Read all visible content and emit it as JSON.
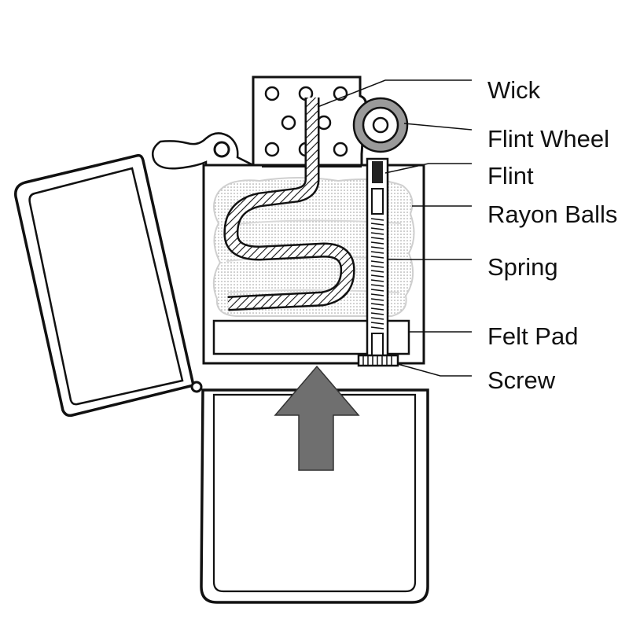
{
  "labels": {
    "wick": "Wick",
    "flint_wheel": "Flint Wheel",
    "flint": "Flint",
    "rayon_balls": "Rayon Balls",
    "spring": "Spring",
    "felt_pad": "Felt Pad",
    "screw": "Screw"
  },
  "colors": {
    "ink": "#111111",
    "arrow": "#6f6f6f",
    "cotton": "#e6e6e6",
    "flint": "#222222",
    "wheel": "#9a9a9a",
    "background": "#ffffff"
  },
  "icons": {
    "insert_arrow": "up-arrow"
  }
}
